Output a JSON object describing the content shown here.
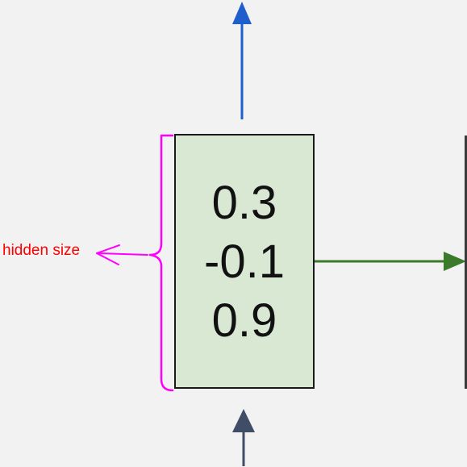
{
  "cell": {
    "values": [
      "0.3",
      "-0.1",
      "0.9"
    ]
  },
  "annotation": {
    "label": "hidden size",
    "label_color": "#ff0000",
    "bracket_color": "#ff00ff"
  },
  "arrows": {
    "output_up_color": "#1f5fcc",
    "output_right_color": "#3a7a2a",
    "input_bottom_color": "#3f4d66"
  },
  "cell_fill": "#d9e8d3"
}
